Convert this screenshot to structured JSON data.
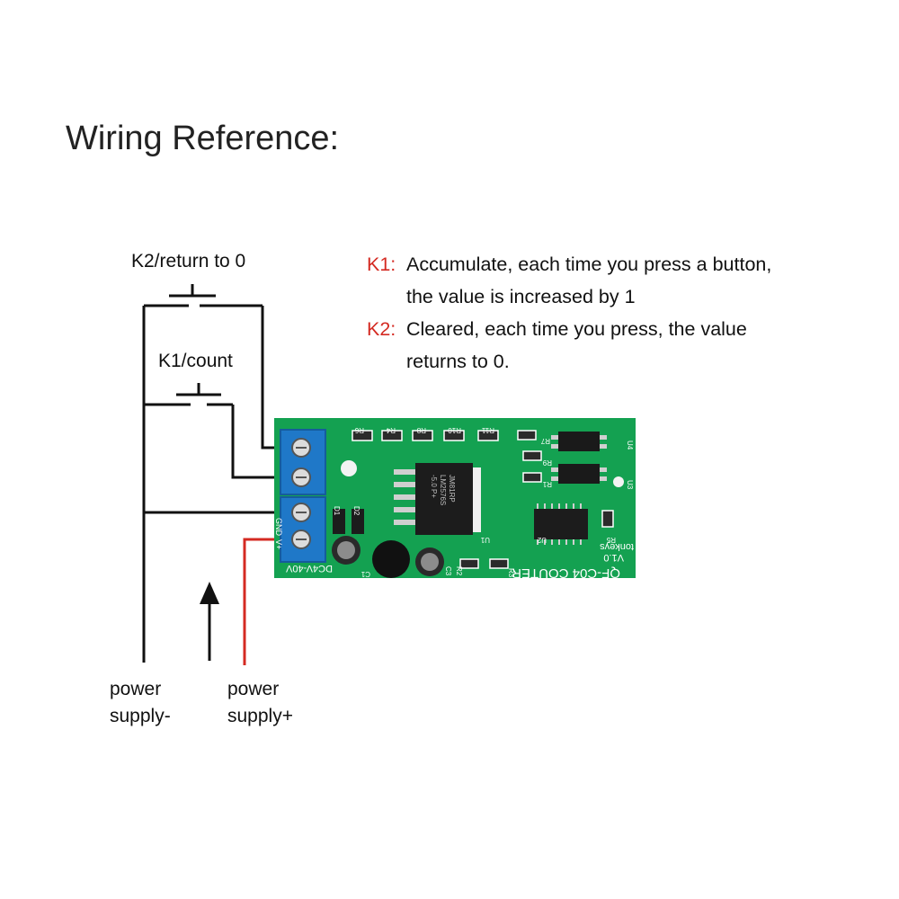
{
  "title": "Wiring Reference:",
  "notes": [
    {
      "key": "K1:",
      "lines": [
        "Accumulate, each time you press a button,",
        "the value is increased by 1"
      ]
    },
    {
      "key": "K2:",
      "lines": [
        "Cleared, each time you press, the value",
        "returns to 0."
      ]
    }
  ],
  "switches": {
    "k2": "K2/return to 0",
    "k1": "K1/count"
  },
  "supply": {
    "minus": [
      "power",
      "supply-"
    ],
    "plus": [
      "power",
      "supply+"
    ]
  },
  "board": {
    "model": "QF-C04  COUTER",
    "version": "V1.0",
    "brand": "tonkeys",
    "voltage": "DC4V-40V",
    "terminal_gnd": "GND",
    "terminal_vplus": "V+",
    "regulator_line1": "JM81RP",
    "regulator_line2": "LM2576S",
    "regulator_line3": "-5.0 P+",
    "refs": [
      "R6",
      "R4",
      "R8",
      "R10",
      "R11",
      "R7",
      "R9",
      "R1",
      "U4",
      "U3",
      "U2",
      "U1",
      "R5",
      "R3",
      "R2",
      "C3",
      "C1",
      "D1",
      "D2"
    ]
  },
  "colors": {
    "key_red": "#d42a22",
    "wire_red": "#d42a22",
    "pcb_green": "#14a151",
    "terminal_blue": "#1f78c8"
  }
}
